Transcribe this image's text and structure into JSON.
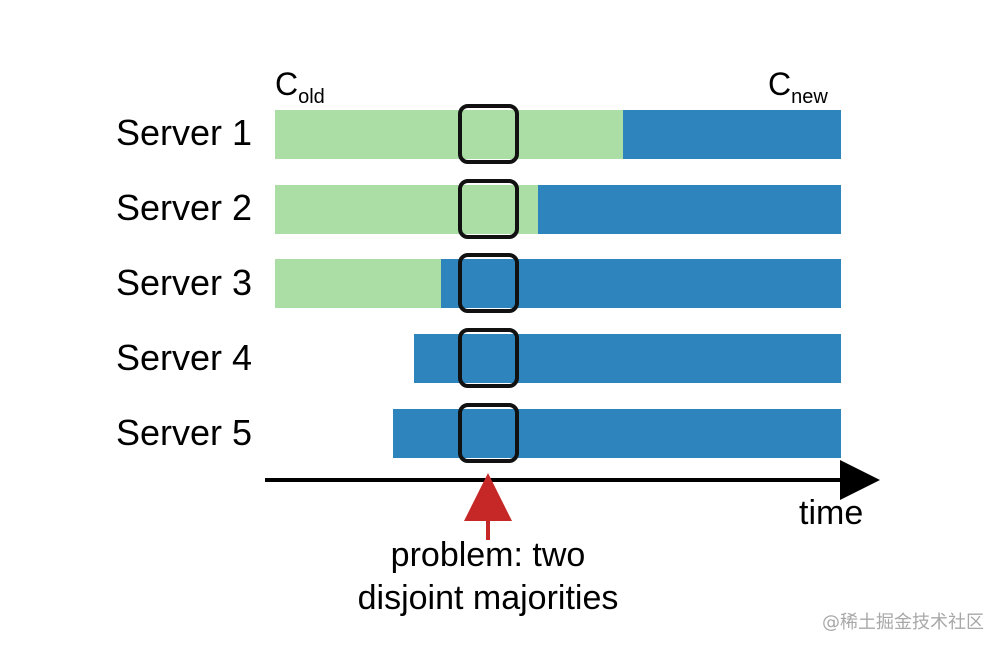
{
  "labels": {
    "c_old_main": "C",
    "c_old_sub": "old",
    "c_new_main": "C",
    "c_new_sub": "new",
    "time": "time",
    "problem_line1": "problem: two",
    "problem_line2": "disjoint majorities"
  },
  "colors": {
    "old_config": "#aadea5",
    "new_config": "#2e84bd",
    "highlight_border": "#111111",
    "axis": "#000000",
    "problem_arrow": "#c62828"
  },
  "servers": [
    {
      "label": "Server 1"
    },
    {
      "label": "Server 2"
    },
    {
      "label": "Server 3"
    },
    {
      "label": "Server 4"
    },
    {
      "label": "Server 5"
    }
  ],
  "watermark": "@稀土掘金技术社区"
}
